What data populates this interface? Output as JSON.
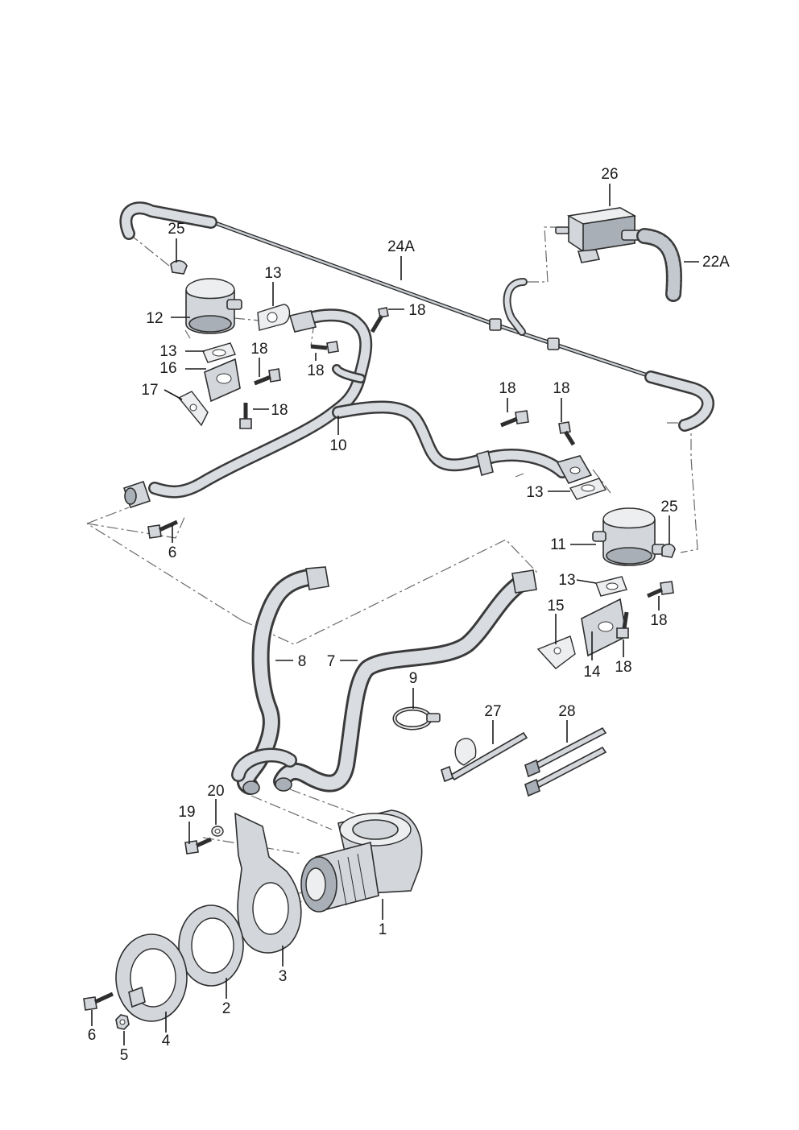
{
  "diagram": {
    "labels": [
      {
        "id": "26",
        "text": "26"
      },
      {
        "id": "22A",
        "text": "22A"
      },
      {
        "id": "24A",
        "text": "24A"
      },
      {
        "id": "25a",
        "text": "25"
      },
      {
        "id": "13a",
        "text": "13"
      },
      {
        "id": "12",
        "text": "12"
      },
      {
        "id": "18a",
        "text": "18"
      },
      {
        "id": "13b",
        "text": "13"
      },
      {
        "id": "18b",
        "text": "18"
      },
      {
        "id": "16",
        "text": "16"
      },
      {
        "id": "18c",
        "text": "18"
      },
      {
        "id": "17",
        "text": "17"
      },
      {
        "id": "18d",
        "text": "18"
      },
      {
        "id": "10",
        "text": "10"
      },
      {
        "id": "18e",
        "text": "18"
      },
      {
        "id": "18f",
        "text": "18"
      },
      {
        "id": "13c",
        "text": "13"
      },
      {
        "id": "25b",
        "text": "25"
      },
      {
        "id": "11",
        "text": "11"
      },
      {
        "id": "6a",
        "text": "6"
      },
      {
        "id": "13d",
        "text": "13"
      },
      {
        "id": "15",
        "text": "15"
      },
      {
        "id": "18g",
        "text": "18"
      },
      {
        "id": "14",
        "text": "14"
      },
      {
        "id": "18h",
        "text": "18"
      },
      {
        "id": "8",
        "text": "8"
      },
      {
        "id": "7",
        "text": "7"
      },
      {
        "id": "9",
        "text": "9"
      },
      {
        "id": "27",
        "text": "27"
      },
      {
        "id": "28",
        "text": "28"
      },
      {
        "id": "20",
        "text": "20"
      },
      {
        "id": "19",
        "text": "19"
      },
      {
        "id": "1",
        "text": "1"
      },
      {
        "id": "3",
        "text": "3"
      },
      {
        "id": "2",
        "text": "2"
      },
      {
        "id": "6b",
        "text": "6"
      },
      {
        "id": "5",
        "text": "5"
      },
      {
        "id": "4",
        "text": "4"
      }
    ]
  }
}
